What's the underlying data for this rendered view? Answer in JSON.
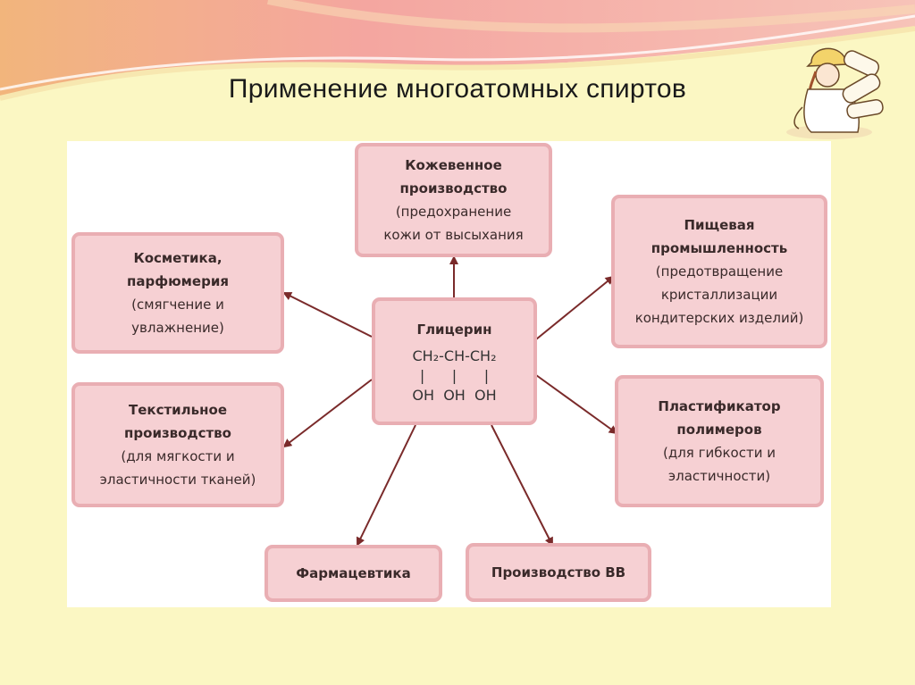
{
  "title": "Применение многоатомных спиртов",
  "center": {
    "name": "Глицерин",
    "formula_line1": "CH₂-CH-CH₂",
    "formula_line2": "|      |      |",
    "formula_line3": "OH  OH  OH"
  },
  "nodes": {
    "leather": {
      "title1": "Кожевенное",
      "title2": "производство",
      "note1": "(предохранение",
      "note2": "кожи  от высыхания"
    },
    "food": {
      "title1": "Пищевая",
      "title2": "промышленность",
      "note1": "(предотвращение",
      "note2": "кристаллизации",
      "note3": "кондитерских изделий)"
    },
    "cosmetics": {
      "title1": "Косметика,",
      "title2": "парфюмерия",
      "note1": "(смягчение и",
      "note2": "увлажнение)"
    },
    "textile": {
      "title1": "Текстильное",
      "title2": "производство",
      "note1": "(для мягкости и",
      "note2": "эластичности тканей)"
    },
    "plasticizer": {
      "title1": "Пластификатор",
      "title2": "полимеров",
      "note1": "(для гибкости и",
      "note2": "эластичности)"
    },
    "pharma": {
      "title1": "Фармацевтика"
    },
    "explosives": {
      "title1": "Производство ВВ"
    }
  },
  "colors": {
    "box_fill": "#f6d0d3",
    "box_border": "#e9aeb3",
    "arrow": "#7a2a2a",
    "background": "#fbf7c3"
  }
}
